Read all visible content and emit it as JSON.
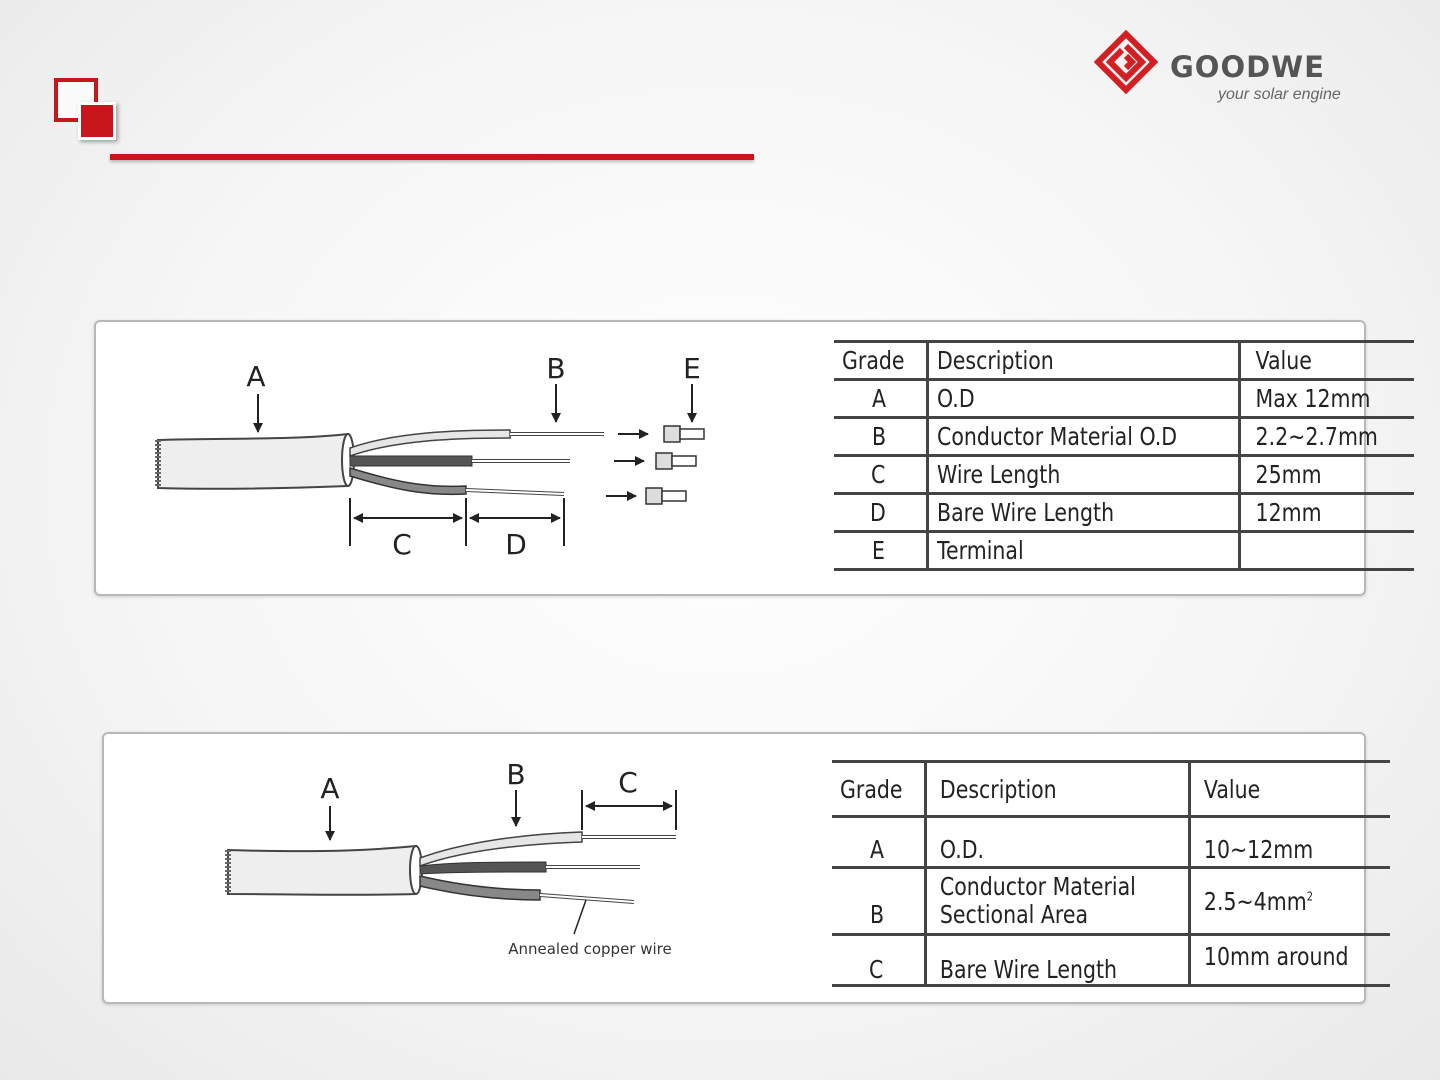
{
  "brand": {
    "name": "GOODWE",
    "tagline": "your solar engine",
    "accent": "#c8161d"
  },
  "cable1": {
    "labels": {
      "a": "A",
      "b": "B",
      "c": "C",
      "d": "D",
      "e": "E"
    },
    "table": {
      "headers": {
        "grade": "Grade",
        "description": "Description",
        "value": "Value"
      },
      "rows": [
        {
          "grade": "A",
          "description": "O.D",
          "value": "Max 12mm"
        },
        {
          "grade": "B",
          "description": "Conductor Material O.D",
          "value": "2.2~2.7mm"
        },
        {
          "grade": "C",
          "description": "Wire Length",
          "value": "25mm"
        },
        {
          "grade": "D",
          "description": "Bare Wire Length",
          "value": "12mm"
        },
        {
          "grade": "E",
          "description": "Terminal",
          "value": ""
        }
      ]
    }
  },
  "cable2": {
    "labels": {
      "a": "A",
      "b": "B",
      "c": "C",
      "copper": "Annealed copper wire"
    },
    "table": {
      "headers": {
        "grade": "Grade",
        "description": "Description",
        "value": "Value"
      },
      "rows": [
        {
          "grade": "A",
          "description": "O.D.",
          "value": "10~12mm"
        },
        {
          "grade": "B",
          "description_line1": "Conductor Material",
          "description_line2": "Sectional Area",
          "value": "2.5~4mm",
          "value_sup": "2"
        },
        {
          "grade": "C",
          "description": "Bare Wire Length",
          "value": "10mm around"
        }
      ]
    }
  }
}
